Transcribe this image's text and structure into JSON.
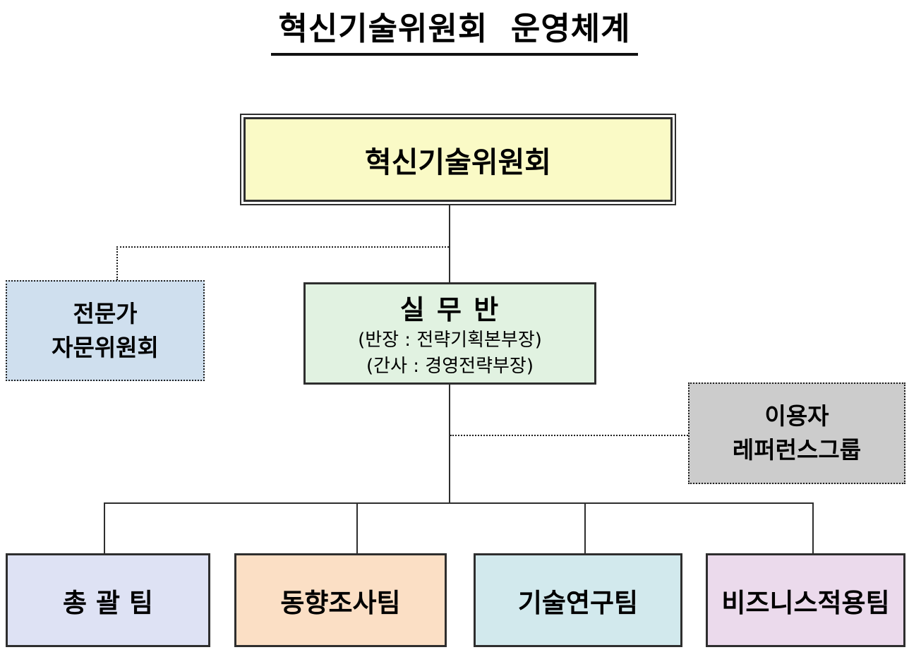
{
  "title": "혁신기술위원회 운영체계",
  "nodes": {
    "committee": {
      "label": "혁신기술위원회",
      "fill": "#FAFAC6"
    },
    "advisory": {
      "line1": "전문가",
      "line2": "자문위원회",
      "fill": "#CFDFEE"
    },
    "working": {
      "label": "실 무 반",
      "sub1": "(반장 : 전략기획본부장)",
      "sub2": "(간사 : 경영전략부장)",
      "fill": "#E1F2E1"
    },
    "reference": {
      "line1": "이용자",
      "line2": "레퍼런스그룹",
      "fill": "#CCCCCC"
    },
    "teams": [
      {
        "label": "총 괄 팀",
        "fill": "#DEE2F4"
      },
      {
        "label": "동향조사팀",
        "fill": "#FBDFC5"
      },
      {
        "label": "기술연구팀",
        "fill": "#D2E9ED"
      },
      {
        "label": "비즈니스적용팀",
        "fill": "#EBDAEC"
      }
    ]
  },
  "colors": {
    "line": "#2e2e2e",
    "title_underline": "#111111"
  }
}
